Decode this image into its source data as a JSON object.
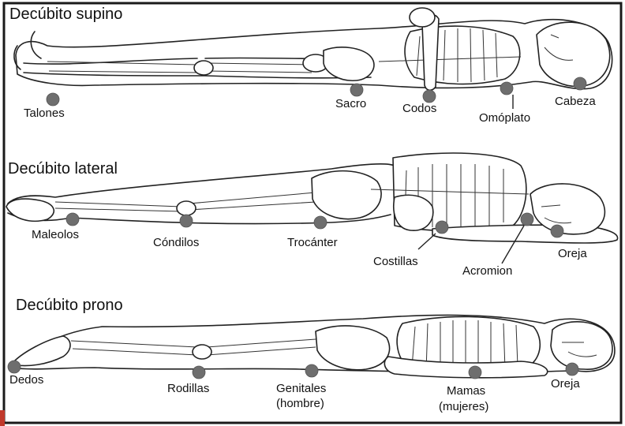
{
  "colors": {
    "border": "#1a1a1a",
    "pressure_point": "#6e6e6e",
    "accent_red": "#c0392b"
  },
  "sections": [
    {
      "title": "Decúbito supino",
      "labels": [
        "Talones",
        "Sacro",
        "Codos",
        "Omóplato",
        "Cabeza"
      ]
    },
    {
      "title": "Decúbito lateral",
      "labels": [
        "Maleolos",
        "Cóndilos",
        "Trocánter",
        "Costillas",
        "Acromion",
        "Oreja"
      ]
    },
    {
      "title": "Decúbito prono",
      "labels": [
        "Dedos",
        "Rodillas",
        "Genitales",
        "(hombre)",
        "Mamas",
        "(mujeres)",
        "Oreja"
      ]
    }
  ]
}
